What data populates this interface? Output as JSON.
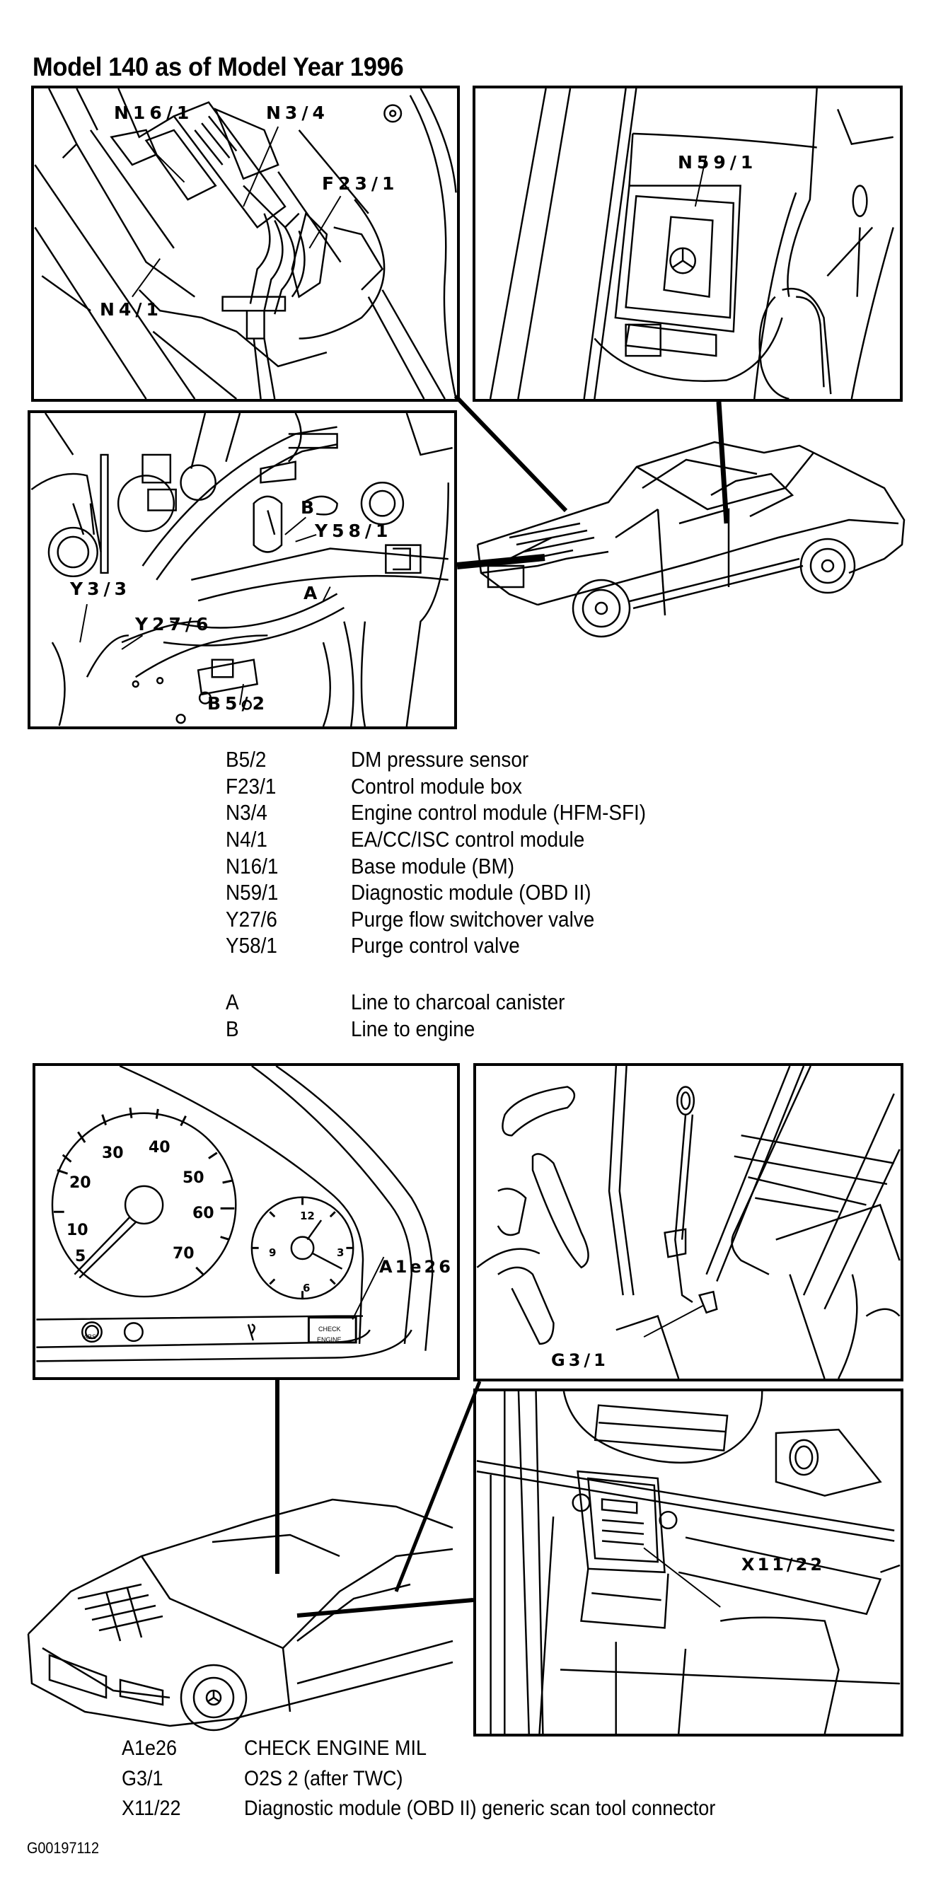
{
  "title": "Model 140 as of Model Year 1996",
  "panels": {
    "engine_bay_modules": {
      "callouts": [
        "N16/1",
        "N3/4",
        "F23/1",
        "N4/1"
      ]
    },
    "diagnostic_module": {
      "callouts": [
        "N59/1"
      ]
    },
    "purge_system": {
      "callouts": [
        "B",
        "Y58/1",
        "Y3/3",
        "A",
        "Y27/6",
        "B5/2"
      ]
    },
    "instrument_cluster": {
      "callouts": [
        "A1e26"
      ],
      "speedometer_labels": [
        "5",
        "10",
        "20",
        "30",
        "40",
        "50",
        "60",
        "70"
      ],
      "clock_labels": [
        "12",
        "3",
        "6",
        "9"
      ],
      "lamp_labels": {
        "abs": "ABS",
        "check_engine_line1": "CHECK",
        "check_engine_line2": "ENGINE"
      }
    },
    "exhaust_sensor": {
      "callouts": [
        "G3/1"
      ]
    },
    "scan_tool_connector": {
      "callouts": [
        "X11/22"
      ]
    }
  },
  "legend_top": [
    {
      "code": "B5/2",
      "desc": "DM pressure sensor"
    },
    {
      "code": "F23/1",
      "desc": "Control module box"
    },
    {
      "code": "N3/4",
      "desc": "Engine control module (HFM-SFI)"
    },
    {
      "code": "N4/1",
      "desc": "EA/CC/ISC control module"
    },
    {
      "code": "N16/1",
      "desc": "Base module (BM)"
    },
    {
      "code": "N59/1",
      "desc": "Diagnostic module (OBD II)"
    },
    {
      "code": "Y27/6",
      "desc": "Purge flow switchover valve"
    },
    {
      "code": "Y58/1",
      "desc": "Purge control valve"
    }
  ],
  "legend_lines": [
    {
      "code": "A",
      "desc": "Line to charcoal canister"
    },
    {
      "code": "B",
      "desc": "Line to engine"
    }
  ],
  "legend_bottom": [
    {
      "code": "A1e26",
      "desc": "CHECK ENGINE MIL"
    },
    {
      "code": "G3/1",
      "desc": "O2S 2 (after TWC)"
    },
    {
      "code": "X11/22",
      "desc": "Diagnostic module (OBD II) generic scan tool connector"
    }
  ],
  "figure_id": "G00197112"
}
